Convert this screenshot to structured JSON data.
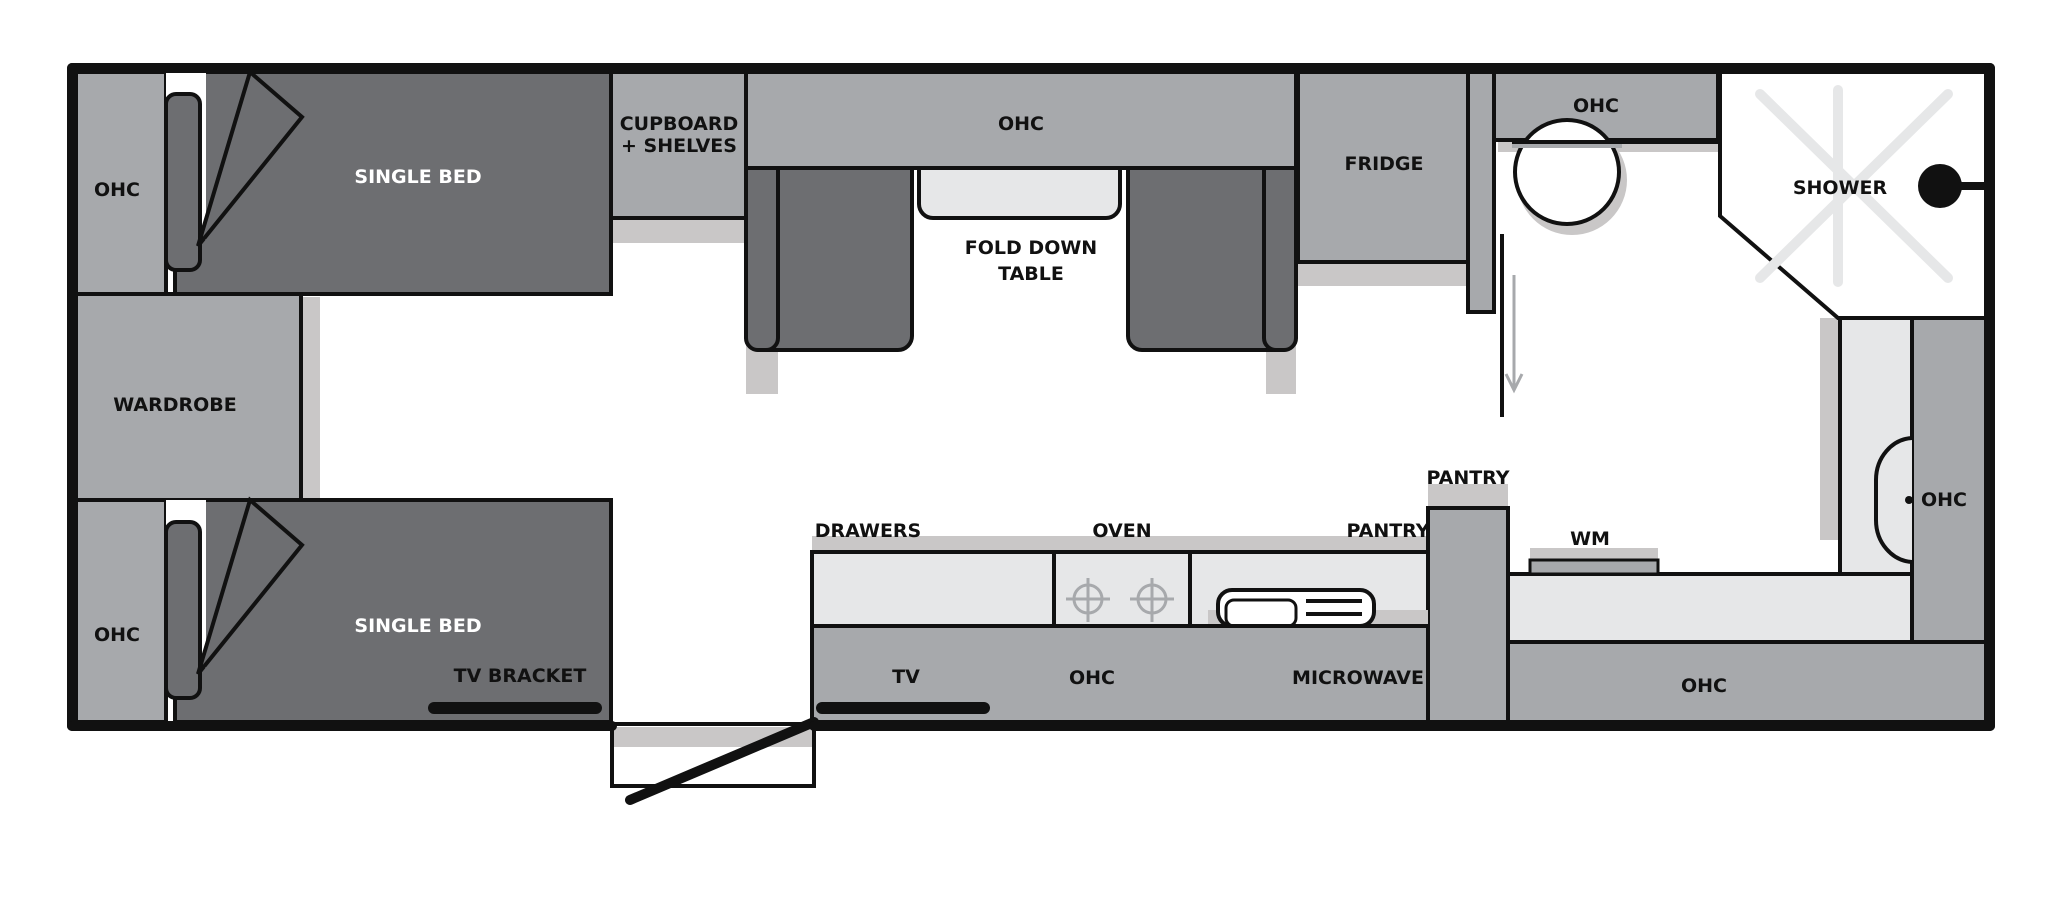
{
  "labels": {
    "ohc_left_top": "OHC",
    "single_bed_top": "SINGLE BED",
    "cupboard_line1": "CUPBOARD",
    "cupboard_line2": "+ SHELVES",
    "ohc_dinette": "OHC",
    "fold_down_line1": "FOLD DOWN",
    "fold_down_line2": "TABLE",
    "fridge": "FRIDGE",
    "ohc_bathroom": "OHC",
    "shower": "SHOWER",
    "wardrobe": "WARDROBE",
    "ohc_left_bottom": "OHC",
    "single_bed_bottom": "SINGLE BED",
    "tv_bracket": "TV BRACKET",
    "drawers": "DRAWERS",
    "oven": "OVEN",
    "pantry_left": "PANTRY",
    "pantry_top": "PANTRY",
    "wm": "WM",
    "ohc_right": "OHC",
    "tv": "TV",
    "ohc_kitchen": "OHC",
    "microwave": "MICROWAVE",
    "ohc_bottom_right": "OHC"
  },
  "colors": {
    "wall": "#111111",
    "bed": "#6d6e71",
    "cabinet": "#a7a9ac",
    "shadow": "#c9c7c7",
    "bench": "#e6e7e8",
    "floor": "#ffffff"
  }
}
